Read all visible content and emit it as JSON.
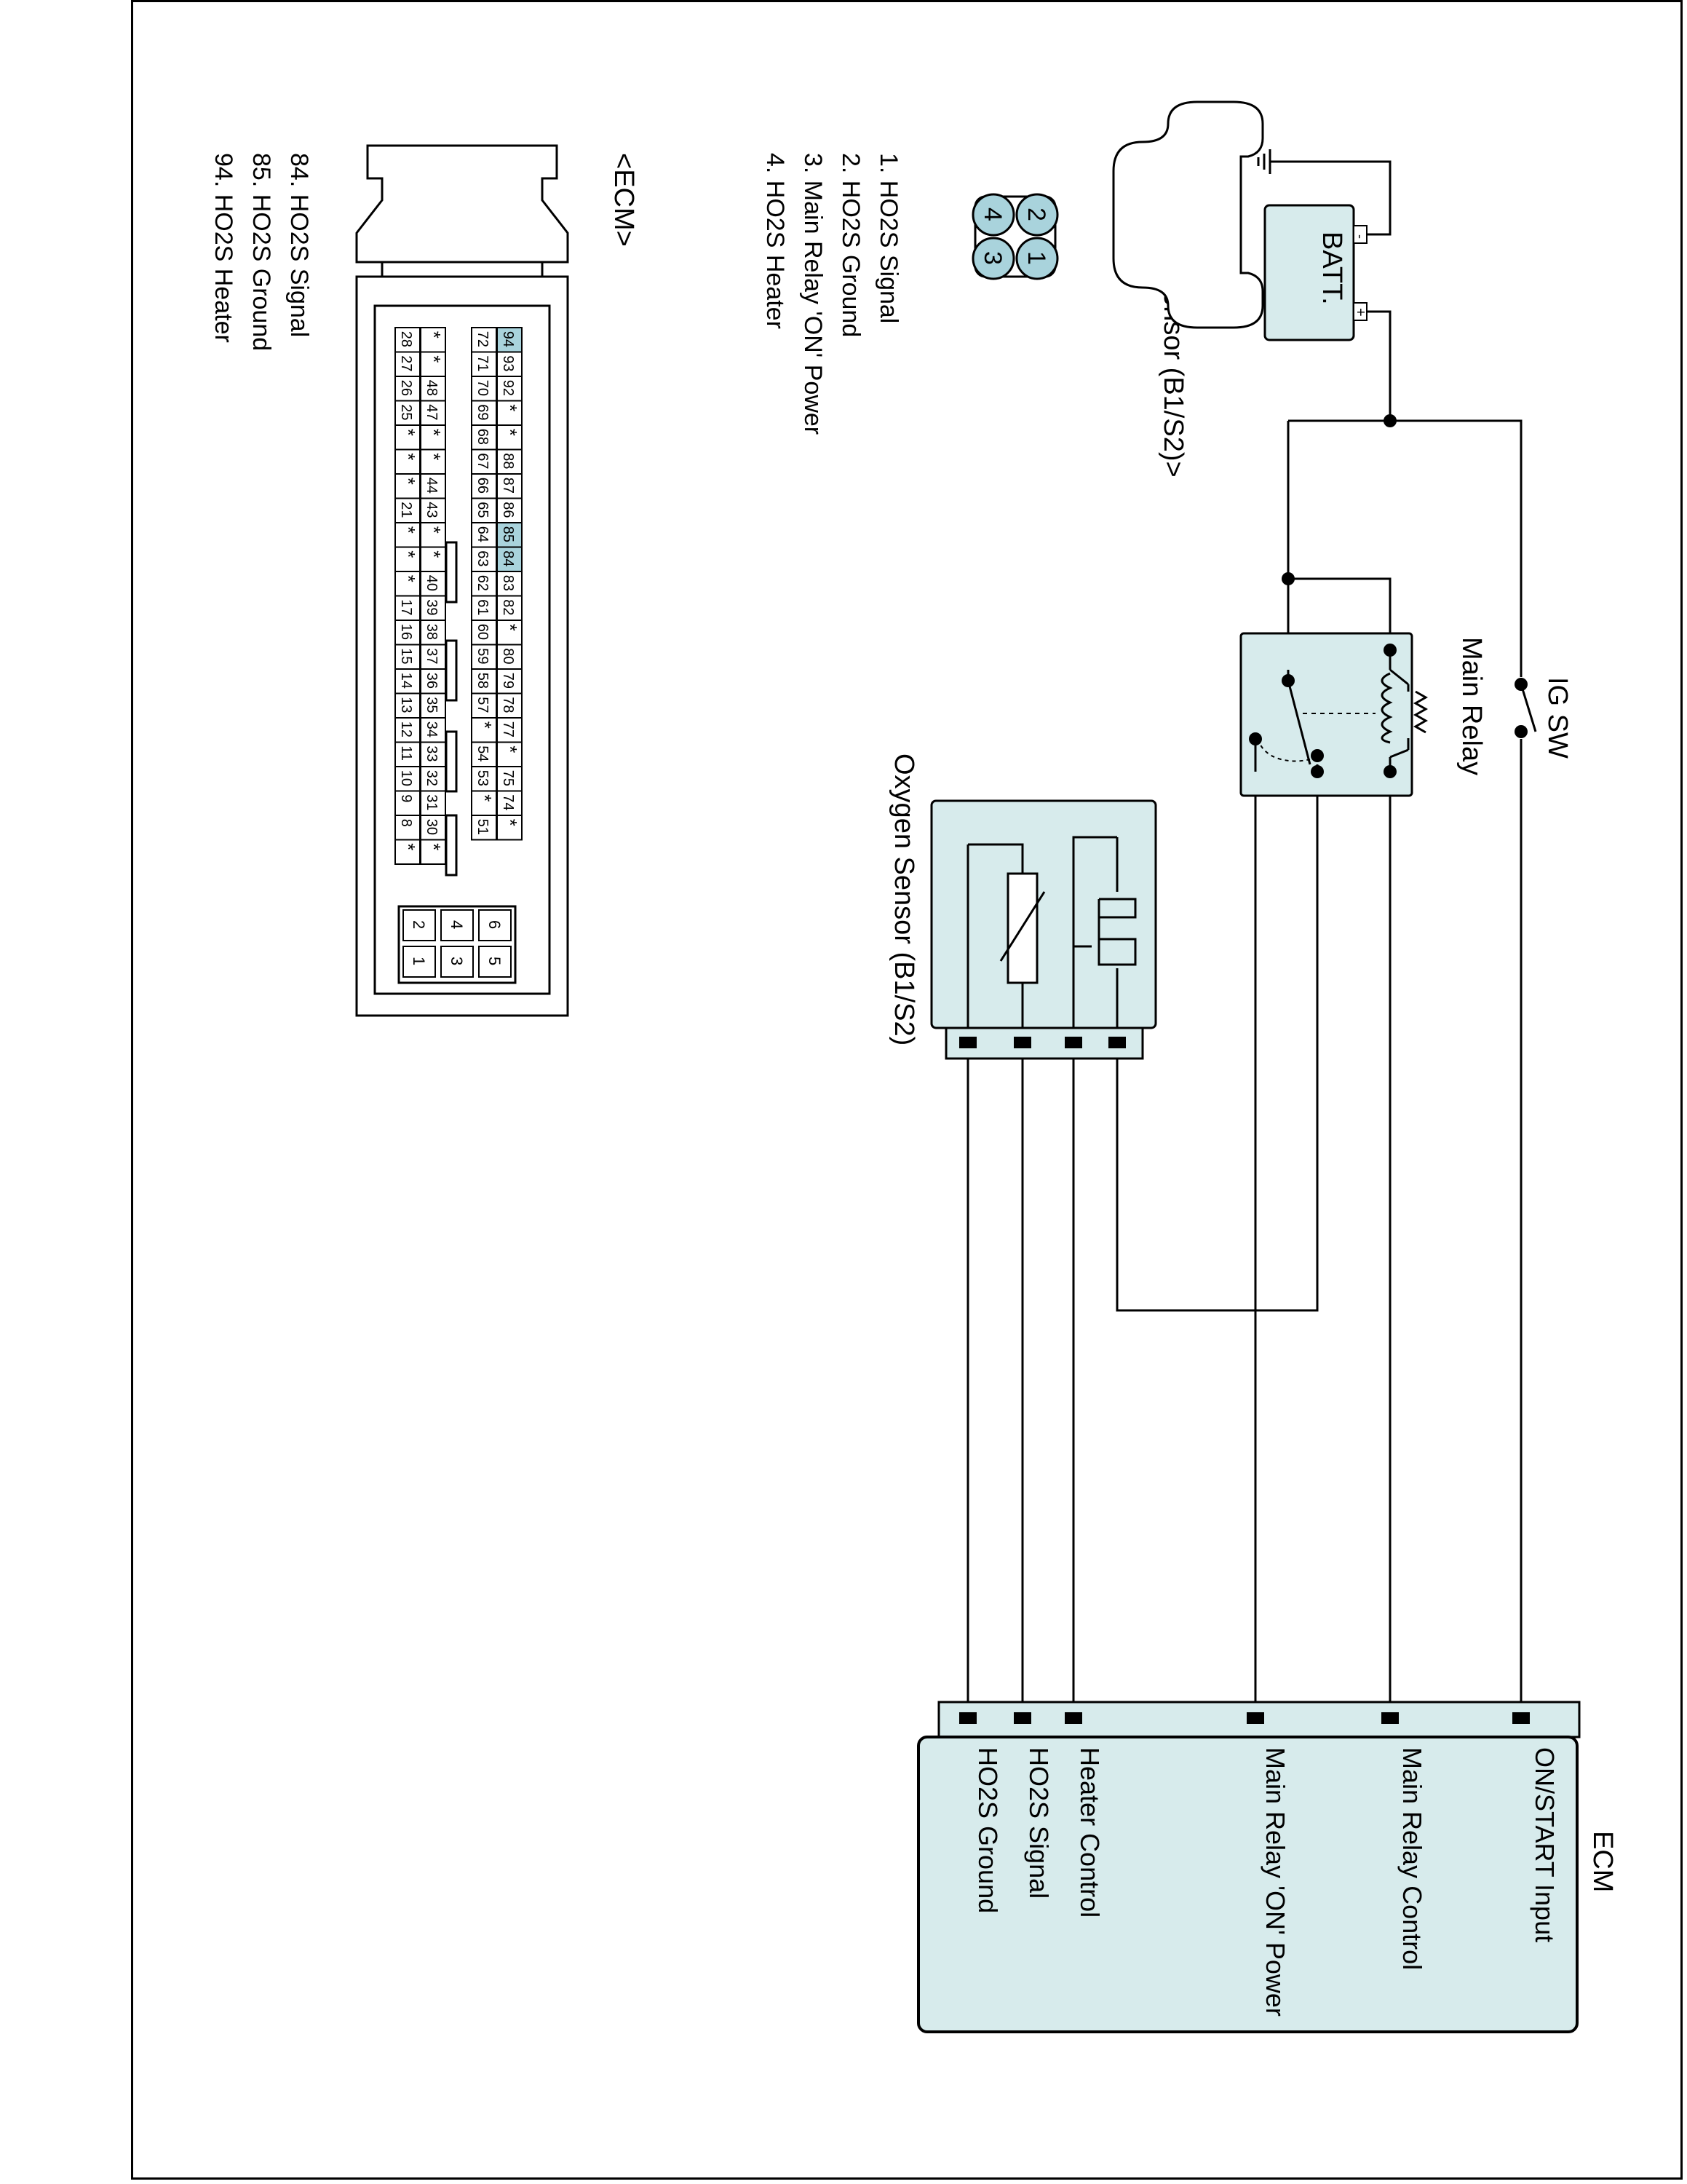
{
  "colors": {
    "line": "#000000",
    "fill": "#d7ebec",
    "highlight": "#a9d3dc"
  },
  "diagram": {
    "batt_label": "BATT.",
    "ig_sw_label": "IG SW",
    "main_relay_label": "Main Relay",
    "sensor_label": "Oxygen Sensor (B1/S2)",
    "ecm_label": "ECM",
    "ecm_pins": [
      "ON/START Input",
      "Main Relay Control",
      "Main Relay 'ON' Power",
      "Heater Control",
      "HO2S  Signal",
      "HO2S  Ground"
    ]
  },
  "sensor_connector": {
    "title": "<Oxygen Sensor (B1/S2)>",
    "pin_numbers": [
      "1",
      "2",
      "3",
      "4"
    ],
    "legend": [
      "1. HO2S Signal",
      "2. HO2S Ground",
      "3. Main Relay 'ON' Power",
      "4. HO2S Heater"
    ]
  },
  "ecm_connector": {
    "title": "<ECM>",
    "legend": [
      "84. HO2S Signal",
      "85. HO2S Ground",
      "94. HO2S Heater"
    ],
    "rows": [
      [
        "94",
        "93",
        "92",
        "*",
        "*",
        "88",
        "87",
        "86",
        "85",
        "84",
        "83",
        "82",
        "*",
        "80",
        "79",
        "78",
        "77",
        "*",
        "75",
        "74",
        "*"
      ],
      [
        "72",
        "71",
        "70",
        "69",
        "68",
        "67",
        "66",
        "65",
        "64",
        "63",
        "62",
        "61",
        "60",
        "59",
        "58",
        "57",
        "*",
        "54",
        "53",
        "*",
        "51"
      ],
      [
        "*",
        "*",
        "48",
        "47",
        "*",
        "*",
        "44",
        "43",
        "*",
        "*",
        "40",
        "39",
        "38",
        "37",
        "36",
        "35",
        "34",
        "33",
        "32",
        "31",
        "30",
        "*"
      ],
      [
        "28",
        "27",
        "26",
        "25",
        "*",
        "*",
        "*",
        "21",
        "*",
        "*",
        "*",
        "17",
        "16",
        "15",
        "14",
        "13",
        "12",
        "11",
        "10",
        "9",
        "8",
        "*"
      ]
    ],
    "highlighted_pins": [
      "94",
      "85",
      "84"
    ],
    "small_block": [
      [
        "6",
        "5"
      ],
      [
        "4",
        "3"
      ],
      [
        "2",
        "1"
      ]
    ]
  }
}
